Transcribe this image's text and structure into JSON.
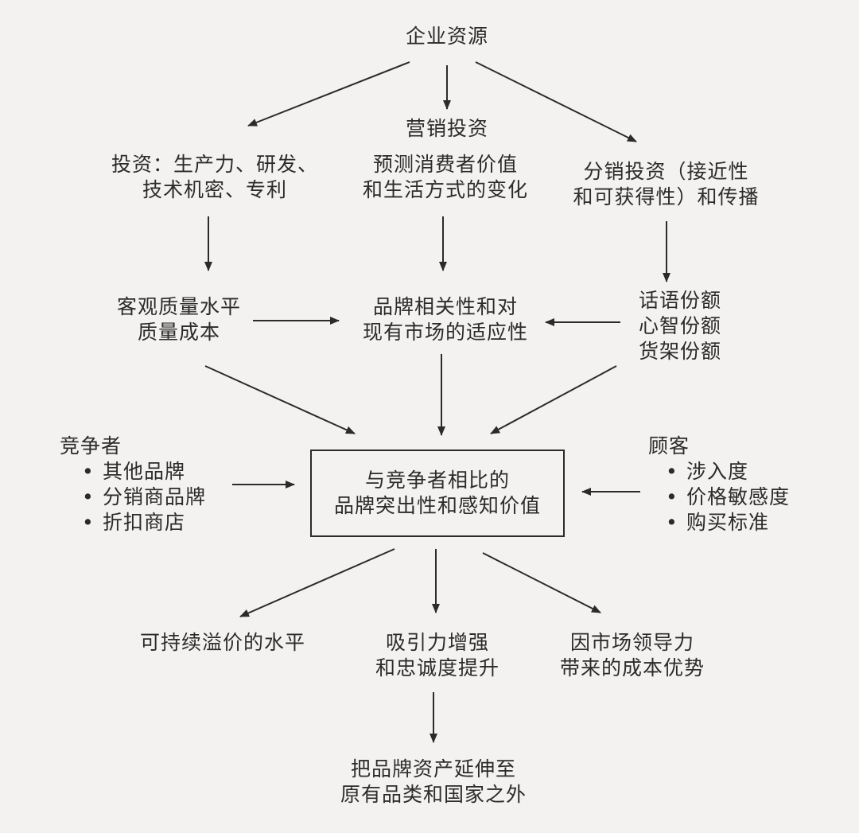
{
  "nodes": {
    "enterprise_resources": "企业资源",
    "marketing_investment": "营销投资",
    "investment_rd": [
      "投资：生产力、研发、",
      "技术机密、专利"
    ],
    "forecast_consumer": [
      "预测消费者价值",
      "和生活方式的变化"
    ],
    "distribution_investment": [
      "分销投资（接近性",
      "和可获得性）和传播"
    ],
    "objective_quality": [
      "客观质量水平",
      "质量成本"
    ],
    "brand_relevance": [
      "品牌相关性和对",
      "现有市场的适应性"
    ],
    "share_metrics": [
      "话语份额",
      "心智份额",
      "货架份额"
    ],
    "competitors": {
      "title": "竞争者",
      "items": [
        "其他品牌",
        "分销商品牌",
        "折扣商店"
      ]
    },
    "core": [
      "与竞争者相比的",
      "品牌突出性和感知价值"
    ],
    "customers": {
      "title": "顾客",
      "items": [
        "涉入度",
        "价格敏感度",
        "购买标准"
      ]
    },
    "premium_level": "可持续溢价的水平",
    "attraction_loyalty": [
      "吸引力增强",
      "和忠诚度提升"
    ],
    "cost_advantage": [
      "因市场领导力",
      "带来的成本优势"
    ],
    "extension": [
      "把品牌资产延伸至",
      "原有品类和国家之外"
    ]
  },
  "bullet_symbol": "•"
}
